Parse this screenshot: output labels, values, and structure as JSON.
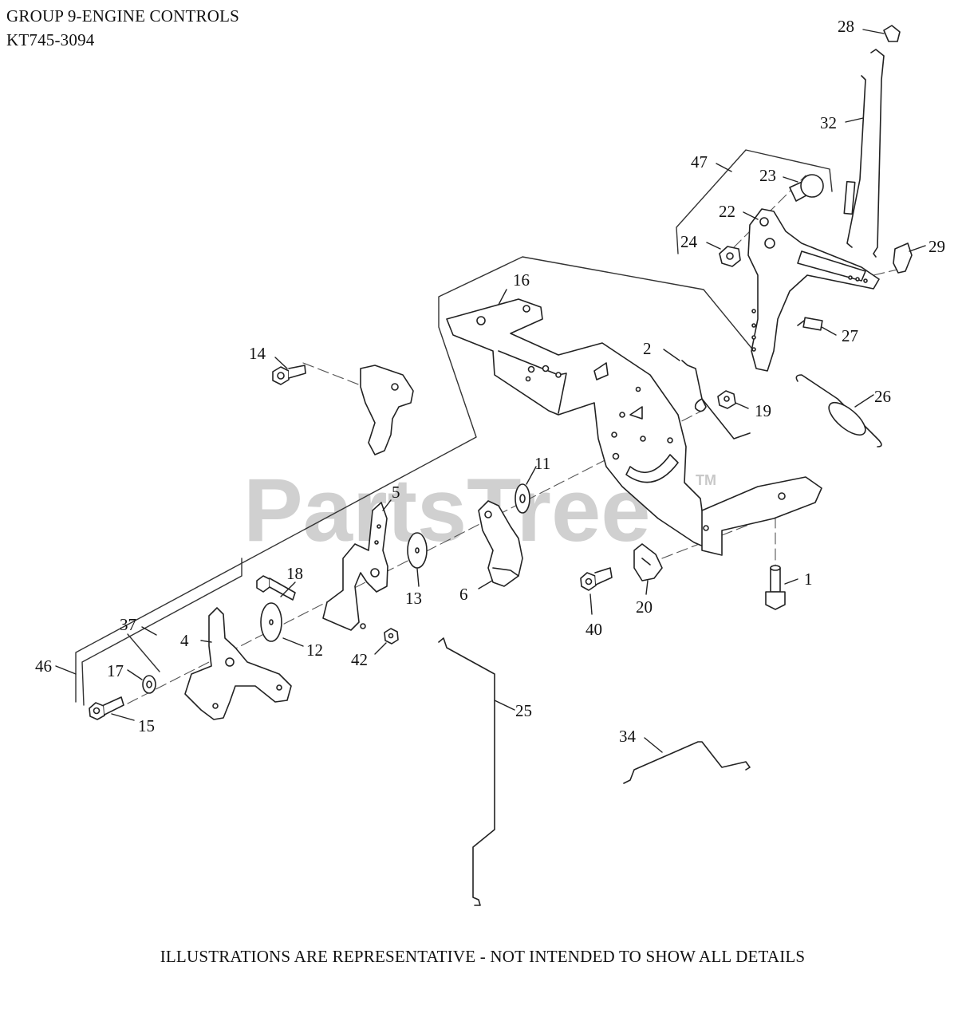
{
  "header": {
    "group_title": "GROUP 9-ENGINE CONTROLS",
    "model_number": "KT745-3094"
  },
  "footer": {
    "disclaimer": "ILLUSTRATIONS ARE REPRESENTATIVE - NOT INTENDED TO SHOW ALL DETAILS"
  },
  "watermark": {
    "text": "PartsTree",
    "trademark": "TM",
    "color": "#c8c8c8"
  },
  "colors": {
    "line": "#222222",
    "part_fill": "#ffffff"
  },
  "callouts": {
    "c1": "1",
    "c2": "2",
    "c4": "4",
    "c5": "5",
    "c6": "6",
    "c11": "11",
    "c12": "12",
    "c13": "13",
    "c14": "14",
    "c15": "15",
    "c16": "16",
    "c17": "17",
    "c18": "18",
    "c19": "19",
    "c20": "20",
    "c22": "22",
    "c23": "23",
    "c24": "24",
    "c25": "25",
    "c26": "26",
    "c27": "27",
    "c28": "28",
    "c29": "29",
    "c32": "32",
    "c34": "34",
    "c37": "37",
    "c40": "40",
    "c42": "42",
    "c46": "46",
    "c47": "47"
  }
}
